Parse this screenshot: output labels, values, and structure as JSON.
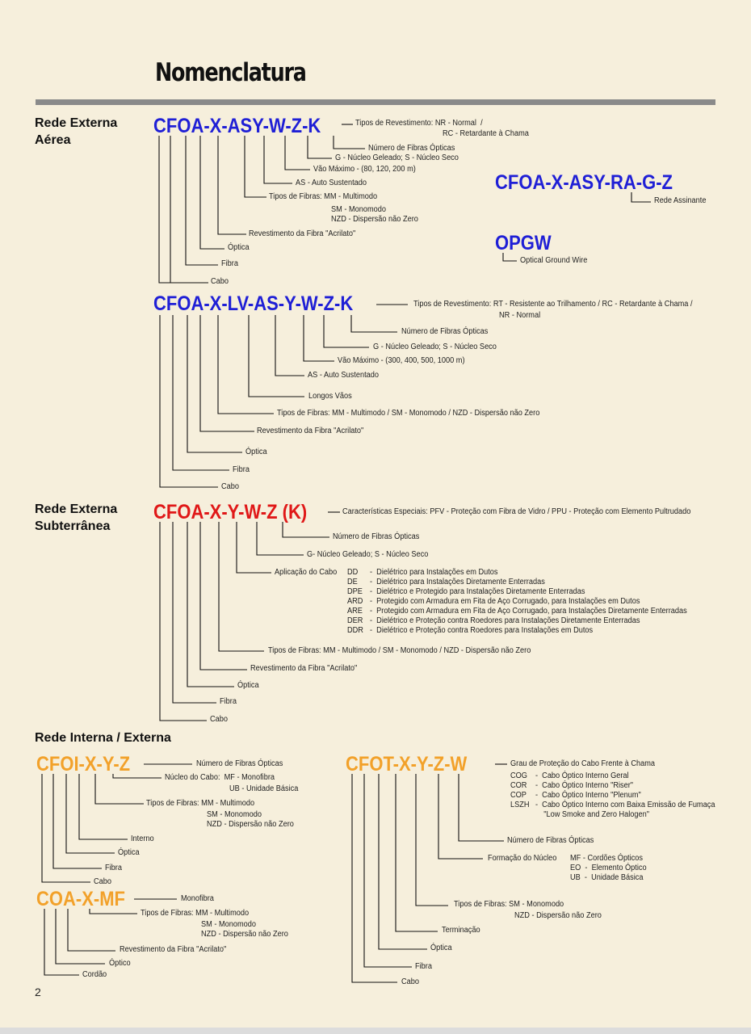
{
  "page_title": "Nomenclatura",
  "page_number": "2",
  "sections": {
    "aerea": "Rede Externa\nAérea",
    "subterranea": "Rede Externa\nSubterrânea",
    "interna": "Rede Interna / Externa"
  },
  "codes": {
    "c1": "CFOA-X-ASY-W-Z-K",
    "c2": "CFOA-X-ASY-RA-G-Z",
    "c3": "OPGW",
    "c4": "CFOA-X-LV-AS-Y-W-Z-K",
    "c5": "CFOA-X-Y-W-Z (K)",
    "c6": "CFOI-X-Y-Z",
    "c7": "COA-X-MF",
    "c8": "CFOT-X-Y-Z-W"
  },
  "labels": {
    "c1": [
      "Tipos de Revestimento: NR - Normal  /",
      "RC - Retardante à Chama",
      "Número de Fibras Ópticas",
      "G - Núcleo Geleado; S - Núcleo Seco",
      "Vão Máximo - (80, 120, 200 m)",
      "AS - Auto Sustentado",
      "Tipos de Fibras: MM - Multimodo",
      "SM - Monomodo\nNZD - Dispersão não Zero",
      "Revestimento da Fibra \"Acrilato\"",
      "Óptica",
      "Fibra",
      "Cabo"
    ],
    "c2": [
      "Rede Assinante"
    ],
    "c3": [
      "Optical Ground Wire"
    ],
    "c4": [
      "Tipos de Revestimento: RT - Resistente ao Trilhamento / RC - Retardante à Chama /",
      "NR - Normal",
      "Número de Fibras Ópticas",
      "G - Núcleo Geleado; S - Núcleo Seco",
      "Vão Máximo - (300, 400, 500, 1000 m)",
      "AS - Auto Sustentado",
      "Longos Vãos",
      "Tipos de Fibras: MM - Multimodo / SM - Monomodo / NZD - Dispersão não Zero",
      "Revestimento da Fibra \"Acrilato\"",
      "Óptica",
      "Fibra",
      "Cabo"
    ],
    "c5": [
      "Características Especiais: PFV - Proteção com Fibra de Vidro / PPU - Proteção com Elemento Pultrudado",
      "Número de Fibras Ópticas",
      "G- Núcleo Geleado; S - Núcleo Seco",
      "Aplicação do Cabo",
      "DD\nDE\nDPE\nARD\nARE\nDER\nDDR",
      "-  Dielétrico para Instalações em Dutos\n-  Dielétrico para Instalações Diretamente Enterradas\n-  Dielétrico e Protegido para Instalações Diretamente Enterradas\n-  Protegido com Armadura em Fita de Aço Corrugado, para Instalações em Dutos\n-  Protegido com Armadura em Fita de Aço Corrugado, para Instalações Diretamente Enterradas\n-  Dielétrico e Proteção contra Roedores para Instalações Diretamente Enterradas\n-  Dielétrico e Proteção contra Roedores para Instalações em Dutos",
      "Tipos de Fibras: MM - Multimodo / SM - Monomodo / NZD - Dispersão não Zero",
      "Revestimento da Fibra \"Acrilato\"",
      "Óptica",
      "Fibra",
      "Cabo"
    ],
    "c6": [
      "Número de Fibras Ópticas",
      "Núcleo do Cabo:  MF - Monofibra",
      "UB - Unidade Básica",
      "Tipos de Fibras: MM - Multimodo",
      "SM - Monomodo\nNZD - Dispersão não Zero",
      "Interno",
      "Óptica",
      "Fibra",
      "Cabo"
    ],
    "c7": [
      "Monofibra",
      "Tipos de Fibras: MM - Multimodo",
      "SM - Monomodo\nNZD - Dispersão não Zero",
      "Revestimento da Fibra \"Acrilato\"",
      "Óptico",
      "Cordão"
    ],
    "c8": [
      "Grau de Proteção do Cabo Frente à Chama",
      "COG\nCOR\nCOP\nLSZH",
      "-  Cabo Óptico Interno Geral\n-  Cabo Óptico Interno \"Riser\"\n-  Cabo Óptico Interno \"Plenum\"\n-  Cabo Óptico Interno com Baixa Emissão de Fumaça\n    \"Low Smoke and Zero Halogen\"",
      "Número de Fibras Ópticas",
      "Formação do Núcleo",
      "MF - Cordões Ópticos\nEO  -  Elemento Óptico\nUB  -  Unidade Básica",
      "Tipos de Fibras: SM - Monomodo",
      "NZD - Dispersão não Zero",
      "Terminação",
      "Óptica",
      "Fibra",
      "Cabo"
    ]
  },
  "colors": {
    "blue": "#1f1fd6",
    "red": "#e01818",
    "orange": "#f2a12a",
    "rule": "#8a8a8a",
    "background": "#f6efdc"
  }
}
